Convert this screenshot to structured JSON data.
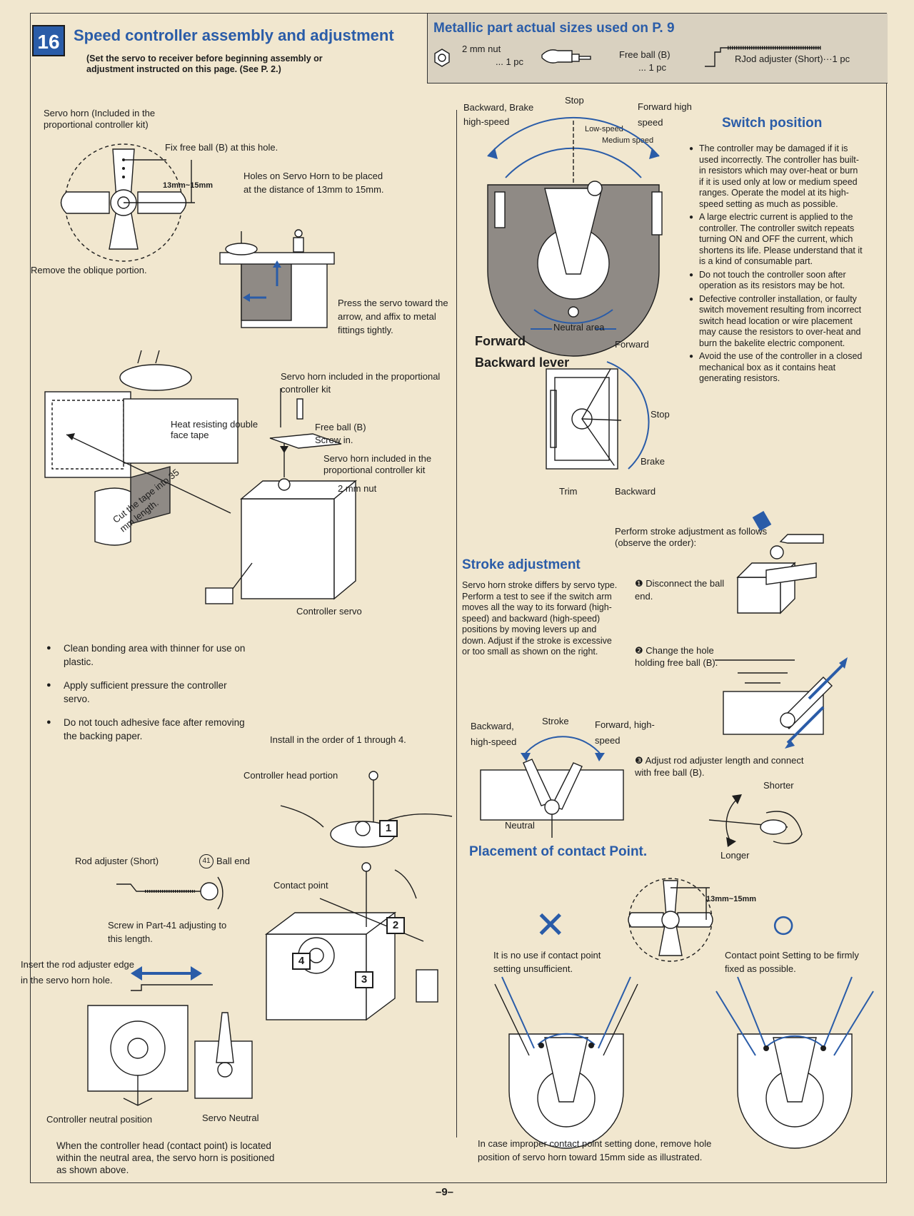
{
  "header": {
    "section_number": "16",
    "title": "Speed controller assembly and adjustment",
    "subtitle": "(Set the servo to receiver before beginning assembly or adjustment instructed on this page. (See P. 2.)"
  },
  "metallic_parts": {
    "title": "Metallic part actual sizes used on P. 9",
    "nut_name": "2 mm nut",
    "nut_qty": "... 1 pc",
    "ball_name": "Free ball (B)",
    "ball_qty": "... 1 pc",
    "rod_name": "RJod adjuster  (Short)···1 pc"
  },
  "left": {
    "servo_horn_label": "Servo horn (Included in the proportional controller kit)",
    "fix_ball": "Fix free ball (B) at this hole.",
    "dim": "13mm~15mm",
    "holes_note": "Holes on Servo Horn to be placed at the distance of 13mm to 15mm.",
    "remove_oblique": "Remove the oblique portion.",
    "press_servo": "Press the servo toward the arrow, and affix to metal fittings tightly.",
    "servo_horn_included": "Servo horn included in the proportional controller kit",
    "heat_tape": "Heat resisting double face tape",
    "free_ball": "Free ball (B)",
    "screw_in": "Screw in.",
    "servo_horn_included2": "Servo horn included in the proportional controller kit",
    "nut": "2 mm nut",
    "cut_tape": "Cut the tape into 35 mm length.",
    "controller_servo": "Controller servo",
    "bullets": [
      "Clean bonding area with thinner for use on plastic.",
      "Apply sufficient pressure the controller servo.",
      "Do not touch adhesive face after removing the backing paper."
    ],
    "install_order": "Install in the order of 1 through 4.",
    "controller_head": "Controller head portion",
    "rod_adjuster": "Rod adjuster (Short)",
    "ball_end_num": "41",
    "ball_end": "Ball end",
    "contact_point": "Contact point",
    "screw_in_part": "Screw in Part-41 adjusting to this length.",
    "insert_rod": "Insert the rod adjuster edge in the servo horn hole.",
    "controller_neutral": "Controller neutral position",
    "servo_neutral": "Servo Neutral",
    "neutral_note": "When the controller head (contact point) is located within the neutral area, the servo horn is positioned as shown above.",
    "steps": [
      "1",
      "2",
      "3",
      "4"
    ]
  },
  "switch": {
    "backward_brake": "Backward, Brake high-speed",
    "stop": "Stop",
    "forward": "Forward high speed",
    "low_speed": "Low-speed",
    "medium_speed": "Medium speed",
    "neutral_area": "Neutral area",
    "title": "Switch position",
    "bullets": [
      "The controller may be damaged if it is used incorrectly. The controller has built-in resistors which may over-heat or burn if it is used only at low or medium speed ranges. Operate the model at its high-speed setting as much as possible.",
      "A large electric current is applied to the controller. The controller switch repeats turning ON and OFF the current, which shortens its life. Please understand that it is a kind of consumable part.",
      "Do not touch the controller soon after operation as its resistors may be hot.",
      "Defective controller installation, or faulty switch movement resulting from incorrect switch head location or wire placement may cause the resistors to over-heat and burn the bakelite electric component.",
      "Avoid the use of the controller in a closed mechanical box as it contains heat generating resistors."
    ]
  },
  "lever": {
    "title": "Forward Backward  lever",
    "forward": "Forward",
    "stop": "Stop",
    "brake": "Brake",
    "trim": "Trim",
    "backward": "Backward"
  },
  "stroke": {
    "perform": "Perform stroke adjustment as follows  (observe the order):",
    "title": "Stroke adjustment",
    "desc": "Servo horn stroke differs by servo type. Perform a test to see if the switch arm moves all the way to its forward (high-speed) and backward (high-speed) positions by moving levers up and down. Adjust if the stroke is excessive or too small as shown on the right.",
    "step1": "Disconnect the ball end.",
    "step2": "Change the hole holding free ball (B).",
    "step3": "Adjust rod adjuster length and connect with free ball (B).",
    "shorter": "Shorter",
    "longer": "Longer",
    "backward_hs": "Backward, high-speed",
    "stroke_label": "Stroke",
    "forward_hs": "Forward, high-speed",
    "neutral": "Neutral"
  },
  "placement": {
    "title": "Placement of contact Point.",
    "dim": "13mm~15mm",
    "bad_mark": "✕",
    "good_mark": "○",
    "bad_text": "It is no use if contact point setting unsufficient.",
    "good_text": "Contact point Setting to be firmly fixed as possible.",
    "improper": "In case improper contact point setting done, remove hole position of servo horn toward 15mm side as illustrated."
  },
  "footer": {
    "page": "–9–"
  }
}
